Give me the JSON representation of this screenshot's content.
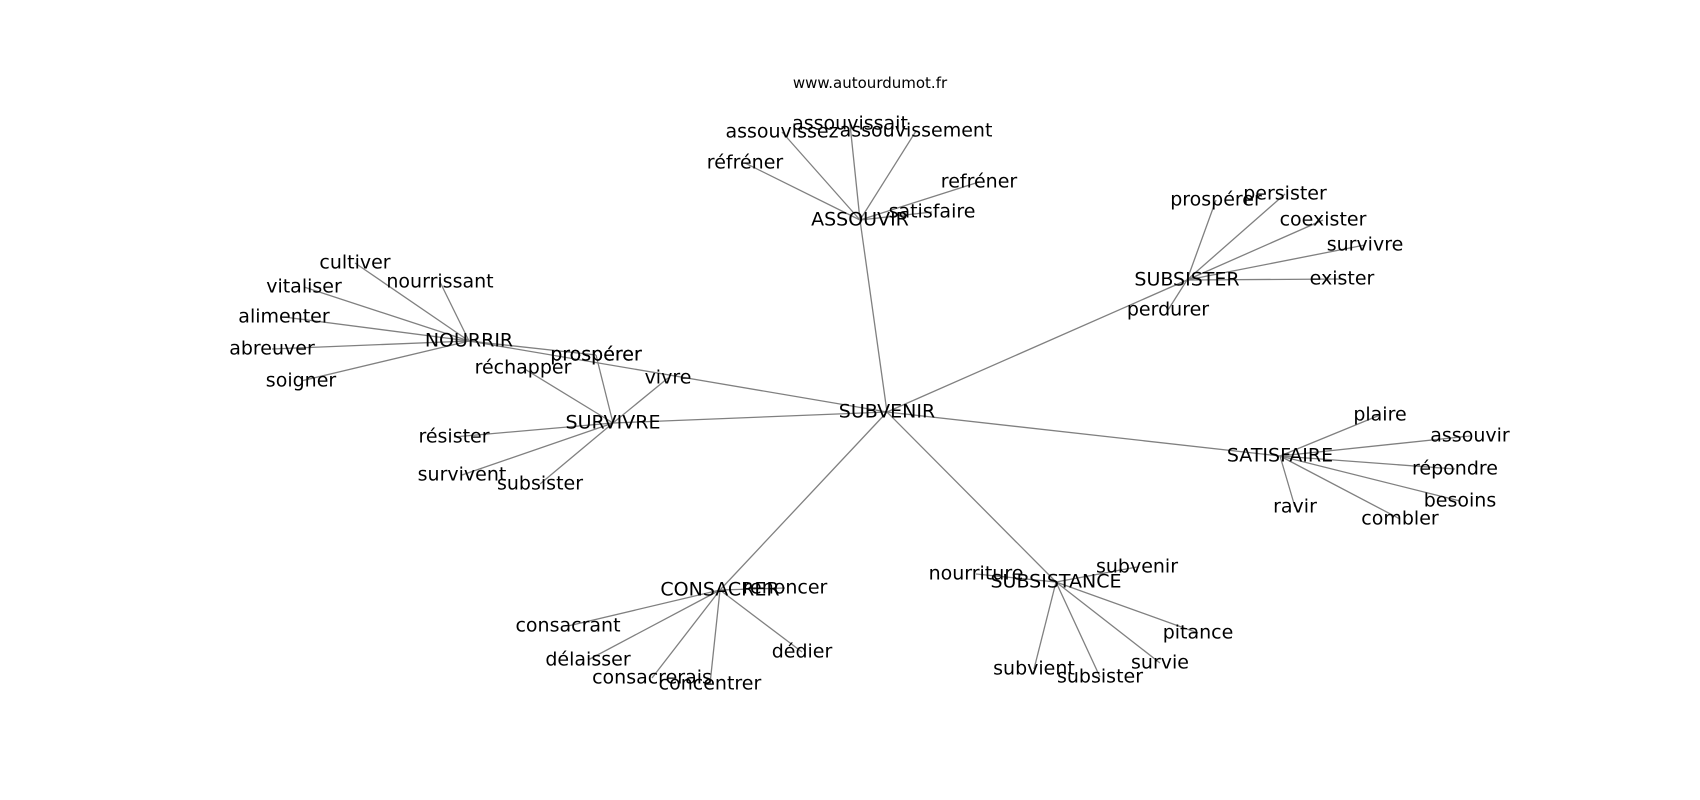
{
  "site": "www.autourdumot.fr",
  "graph": {
    "center": "SUBVENIR",
    "hubs": [
      {
        "label": "ASSOUVIR",
        "leaves": [
          "réfréner",
          "assouvissez",
          "assouvissait",
          "assouvissement",
          "refréner",
          "satisfaire"
        ]
      },
      {
        "label": "SUBSISTER",
        "leaves": [
          "prospérer",
          "persister",
          "coexister",
          "survivre",
          "exister",
          "perdurer"
        ]
      },
      {
        "label": "NOURRIR",
        "leaves": [
          "cultiver",
          "nourrissant",
          "vitaliser",
          "alimenter",
          "abreuver",
          "soigner",
          "prospérer"
        ]
      },
      {
        "label": "SURVIVRE",
        "leaves": [
          "réchapper",
          "prospérer",
          "vivre",
          "résister",
          "survivent",
          "subsister"
        ]
      },
      {
        "label": "SATISFAIRE",
        "leaves": [
          "plaire",
          "assouvir",
          "répondre",
          "besoins",
          "ravir",
          "combler"
        ]
      },
      {
        "label": "CONSACRER",
        "leaves": [
          "renoncer",
          "consacrant",
          "délaisser",
          "consacrerais",
          "concentrer",
          "dédier"
        ]
      },
      {
        "label": "SUBSISTANCE",
        "leaves": [
          "nourriture",
          "subvenir",
          "pitance",
          "survie",
          "subsister",
          "subvient"
        ]
      }
    ]
  }
}
